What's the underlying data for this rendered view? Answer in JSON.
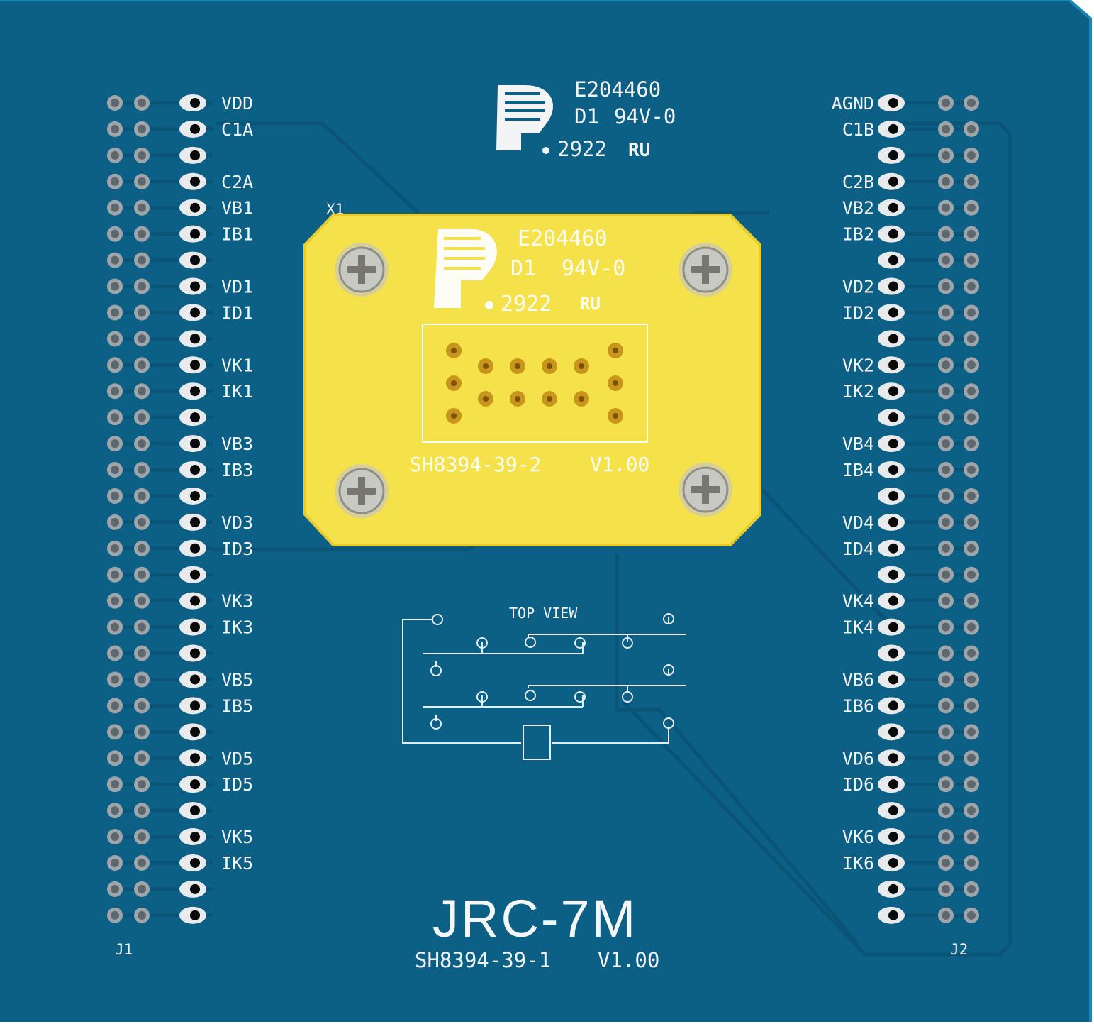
{
  "board": {
    "colors": {
      "pcb": "#0c5f85",
      "pcb_light": "#1276a0",
      "trace": "#0a5478",
      "silk": "#f2f4f6",
      "adapter": "#f5e14a",
      "adapter_edge": "#e6cc30",
      "pad": "#c8961c",
      "hole": "#0a0a0a"
    },
    "title": "JRC-7M",
    "part_number": "SH8394-39-1",
    "version": "V1.00",
    "j1_label": "J1",
    "j2_label": "J2",
    "x1_label": "X1",
    "schematic_label": "TOP VIEW",
    "ul_mark": {
      "code": "E204460",
      "grade": "D1",
      "rating": "94V-0",
      "date": "2922",
      "logo": "p-logo-icon"
    },
    "adapter": {
      "part_number": "SH8394-39-2",
      "version": "V1.00",
      "ul_mark": {
        "code": "E204460",
        "grade": "D1",
        "rating": "94V-0",
        "date": "2922"
      }
    },
    "left_pins": [
      "VDD",
      "C1A",
      "",
      "C2A",
      "VB1",
      "IB1",
      "",
      "VD1",
      "ID1",
      "",
      "VK1",
      "IK1",
      "",
      "VB3",
      "IB3",
      "",
      "VD3",
      "ID3",
      "",
      "VK3",
      "IK3",
      "",
      "VB5",
      "IB5",
      "",
      "VD5",
      "ID5",
      "",
      "VK5",
      "IK5",
      "",
      ""
    ],
    "right_pins": [
      "AGND",
      "C1B",
      "",
      "C2B",
      "VB2",
      "IB2",
      "",
      "VD2",
      "ID2",
      "",
      "VK2",
      "IK2",
      "",
      "VB4",
      "IB4",
      "",
      "VD4",
      "ID4",
      "",
      "VK4",
      "IK4",
      "",
      "VB6",
      "IB6",
      "",
      "VD6",
      "ID6",
      "",
      "VK6",
      "IK6",
      "",
      ""
    ]
  }
}
